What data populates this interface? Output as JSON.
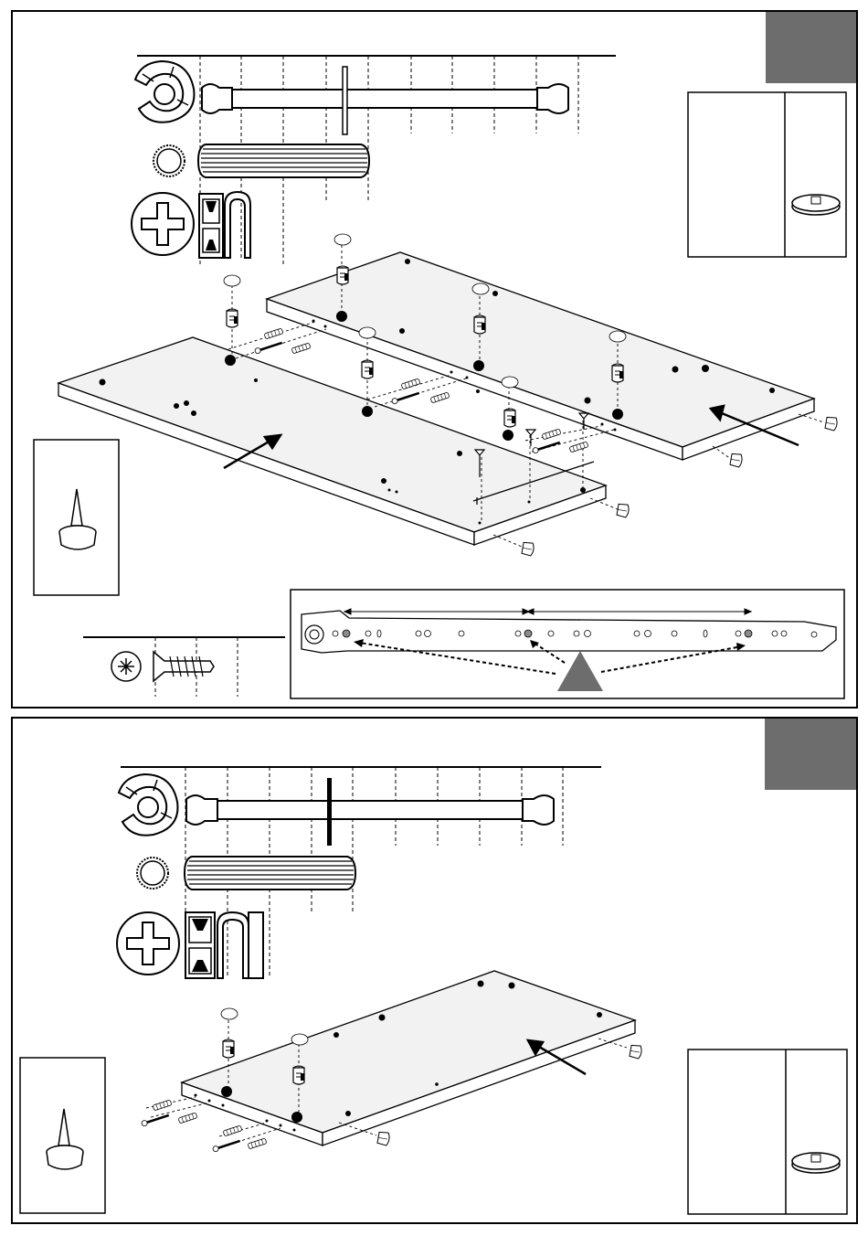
{
  "colors": {
    "ink": "#000000",
    "panel_fill": "#f2f2f2",
    "step_tab": "#6d6d6d",
    "marker_fill": "#6d6d6d",
    "hole_highlight": "#8a8a8a"
  },
  "icons": [
    "cam-lock-icon",
    "wooden-dowel-icon",
    "screw-head-icon",
    "cam-bolt-icon",
    "fluted-dowel-icon",
    "clip-icon",
    "nail-icon",
    "felt-pad-icon",
    "drawer-runner-icon",
    "arrow-icon",
    "dashed-guide-lines"
  ],
  "steps": [
    {
      "id": "step-1-upper",
      "text": ""
    },
    {
      "id": "step-2-lower",
      "text": ""
    }
  ]
}
